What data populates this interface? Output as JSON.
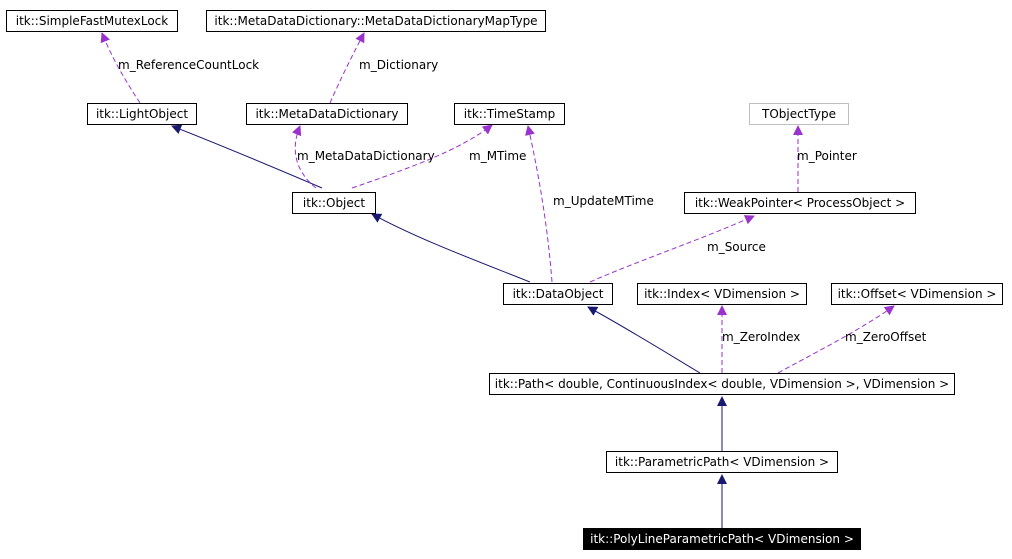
{
  "nodes": {
    "simple_fast_mutex_lock": "itk::SimpleFastMutexLock",
    "meta_data_dictionary_map_type": "itk::MetaDataDictionary::MetaDataDictionaryMapType",
    "light_object": "itk::LightObject",
    "meta_data_dictionary": "itk::MetaDataDictionary",
    "time_stamp": "itk::TimeStamp",
    "t_object_type": "TObjectType",
    "object": "itk::Object",
    "weak_pointer": "itk::WeakPointer< ProcessObject >",
    "data_object": "itk::DataObject",
    "index": "itk::Index< VDimension >",
    "offset": "itk::Offset< VDimension >",
    "path": "itk::Path< double, ContinuousIndex< double, VDimension >, VDimension >",
    "parametric_path": "itk::ParametricPath< VDimension >",
    "poly_line_parametric_path": "itk::PolyLineParametricPath< VDimension >"
  },
  "edge_labels": {
    "m_reference_count_lock": "m_ReferenceCountLock",
    "m_dictionary": "m_Dictionary",
    "m_meta_data_dictionary": "m_MetaDataDictionary",
    "m_mtime": "m_MTime",
    "m_update_mtime": "m_UpdateMTime",
    "m_pointer": "m_Pointer",
    "m_source": "m_Source",
    "m_zero_index": "m_ZeroIndex",
    "m_zero_offset": "m_ZeroOffset"
  },
  "colors": {
    "inheritance_edge": "#191970",
    "member_edge": "#9a32cd",
    "focus_fill": "#000000",
    "focus_text": "#ffffff",
    "template_border": "#bfbfbf"
  }
}
